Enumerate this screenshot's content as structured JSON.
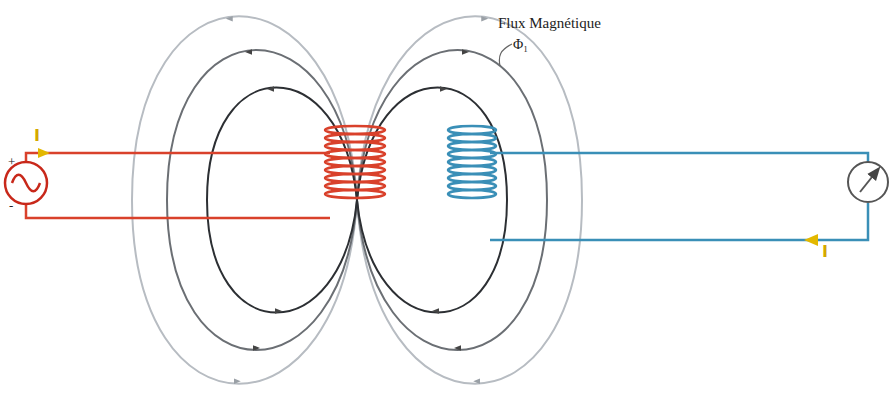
{
  "diagram": {
    "labels": [
      "Flux Magnétique",
      "Φ₁",
      "I",
      "+",
      "-",
      "I"
    ]
  }
}
